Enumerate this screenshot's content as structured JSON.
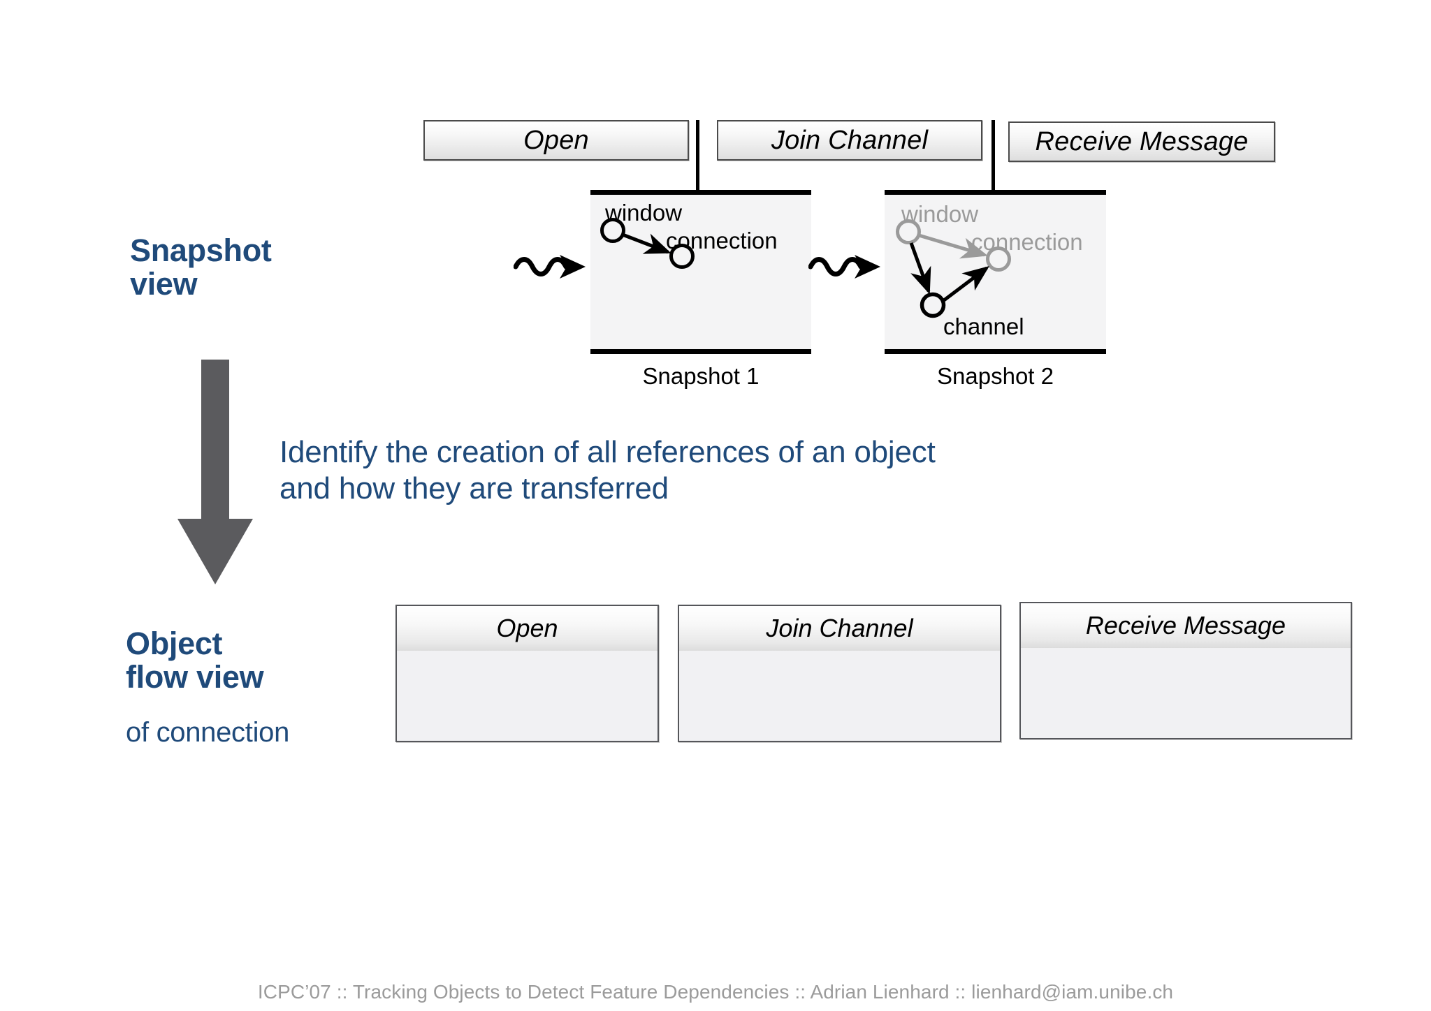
{
  "slide": {
    "title_left_top": "Snapshot\nview",
    "title_left_bottom": "Object\nflow view",
    "title_left_bottom_sub": "of connection",
    "statement": "Identify the creation of all references of an object\nand how they are transferred",
    "footer": "ICPC’07 :: Tracking Objects to Detect Feature Dependencies :: Adrian Lienhard :: lienhard@iam.unibe.ch"
  },
  "colors": {
    "heading_blue": "#1f4a7a",
    "arrow_gray": "#5b5b5e",
    "dim_gray": "#9a9a9a",
    "footer_gray": "#9b9b9b",
    "box_fill": "#f4f4f5",
    "line_black": "#000000"
  },
  "top_features": [
    {
      "label": "Open"
    },
    {
      "label": "Join Channel"
    },
    {
      "label": "Receive Message"
    }
  ],
  "snapshots": [
    {
      "caption": "Snapshot 1",
      "nodes": [
        {
          "name": "window",
          "state": "active"
        },
        {
          "name": "connection",
          "state": "active"
        }
      ]
    },
    {
      "caption": "Snapshot 2",
      "nodes": [
        {
          "name": "window",
          "state": "dimmed"
        },
        {
          "name": "connection",
          "state": "dimmed"
        },
        {
          "name": "channel",
          "state": "active"
        }
      ]
    }
  ],
  "flow_boxes": [
    {
      "label": "Open"
    },
    {
      "label": "Join Channel"
    },
    {
      "label": "Receive Message"
    }
  ]
}
